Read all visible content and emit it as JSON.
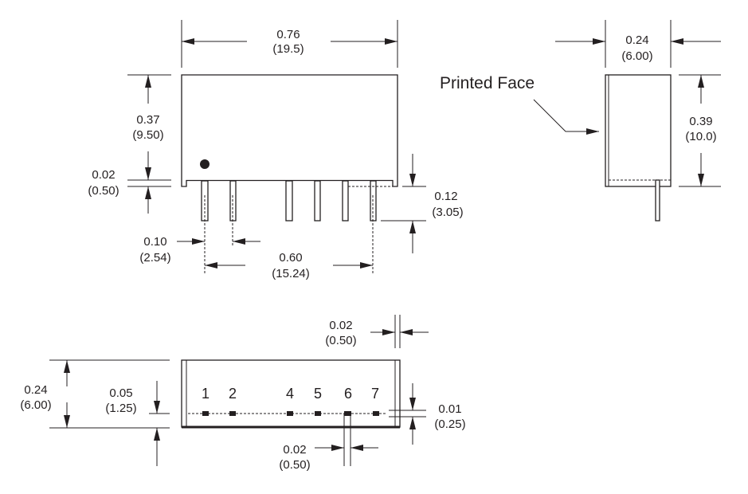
{
  "front_view": {
    "width_in": "0.76",
    "width_mm": "(19.5)",
    "height_in": "0.37",
    "height_mm": "(9.50)",
    "standoff_in": "0.02",
    "standoff_mm": "(0.50)",
    "pin_length_in": "0.12",
    "pin_length_mm": "(3.05)",
    "pin_pitch_in": "0.10",
    "pin_pitch_mm": "(2.54)",
    "pin_span_in": "0.60",
    "pin_span_mm": "(15.24)"
  },
  "side_view": {
    "label": "Printed Face",
    "width_in": "0.24",
    "width_mm": "(6.00)",
    "height_in": "0.39",
    "height_mm": "(10.0)"
  },
  "bottom_view": {
    "pin_numbers": [
      "1",
      "2",
      "4",
      "5",
      "6",
      "7"
    ],
    "wall_in": "0.02",
    "wall_mm": "(0.50)",
    "depth_in": "0.24",
    "depth_mm": "(6.00)",
    "pin_offset_in": "0.05",
    "pin_offset_mm": "(1.25)",
    "pin_thickness_in": "0.01",
    "pin_thickness_mm": "(0.25)",
    "pin_width_in": "0.02",
    "pin_width_mm": "(0.50)"
  }
}
